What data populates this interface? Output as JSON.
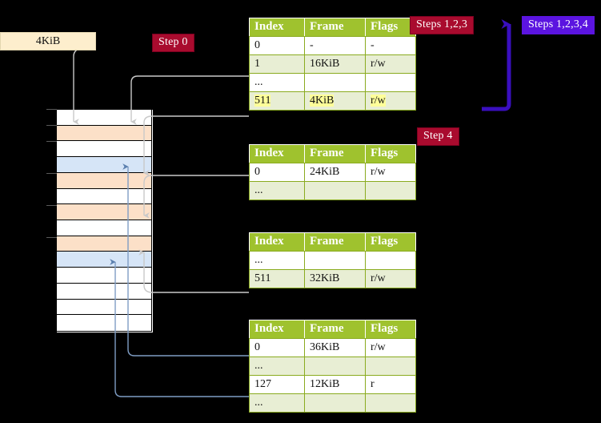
{
  "diagram": {
    "title_hidden": "",
    "memory_label": {
      "text": "4KiB"
    },
    "step_badges": [
      {
        "name": "step-0",
        "text": "Step 0",
        "color": "#a90b2e"
      },
      {
        "name": "steps-123",
        "text": "Steps 1,2,3",
        "color": "#a90b2e"
      },
      {
        "name": "steps-1234",
        "text": "Steps 1,2,3,4",
        "color": "#5b14e0"
      },
      {
        "name": "step-4",
        "text": "Step 4",
        "color": "#a90b2e"
      }
    ],
    "columns": {
      "index": "Index",
      "frame": "Frame",
      "flags": "Flags"
    },
    "tables": [
      {
        "name": "pml4-table",
        "rows": [
          {
            "index": "0",
            "frame": "-",
            "flags": "-",
            "alt": false,
            "hl": false
          },
          {
            "index": "1",
            "frame": "16KiB",
            "flags": "r/w",
            "alt": true,
            "hl": false
          },
          {
            "index": "...",
            "frame": "",
            "flags": "",
            "alt": false,
            "hl": false
          },
          {
            "index": "511",
            "frame": "4KiB",
            "flags": "r/w",
            "alt": true,
            "hl": true
          }
        ]
      },
      {
        "name": "pdp-table",
        "rows": [
          {
            "index": "0",
            "frame": "24KiB",
            "flags": "r/w",
            "alt": false,
            "hl": false
          },
          {
            "index": "...",
            "frame": "",
            "flags": "",
            "alt": true,
            "hl": false
          }
        ]
      },
      {
        "name": "pd-table",
        "rows": [
          {
            "index": "...",
            "frame": "",
            "flags": "",
            "alt": false,
            "hl": false
          },
          {
            "index": "511",
            "frame": "32KiB",
            "flags": "r/w",
            "alt": true,
            "hl": false
          }
        ]
      },
      {
        "name": "pt-table",
        "rows": [
          {
            "index": "0",
            "frame": "36KiB",
            "flags": "r/w",
            "alt": false,
            "hl": false
          },
          {
            "index": "...",
            "frame": "",
            "flags": "",
            "alt": true,
            "hl": false
          },
          {
            "index": "127",
            "frame": "12KiB",
            "flags": "r",
            "alt": false,
            "hl": false
          },
          {
            "index": "...",
            "frame": "",
            "flags": "",
            "alt": true,
            "hl": false
          }
        ]
      }
    ],
    "memory_frames": [
      {
        "fill": "white"
      },
      {
        "fill": "orange"
      },
      {
        "fill": "white"
      },
      {
        "fill": "blue"
      },
      {
        "fill": "orange"
      },
      {
        "fill": "white"
      },
      {
        "fill": "orange"
      },
      {
        "fill": "white"
      },
      {
        "fill": "orange"
      },
      {
        "fill": "blue"
      },
      {
        "fill": "white"
      },
      {
        "fill": "white"
      },
      {
        "fill": "white"
      },
      {
        "fill": "white"
      }
    ],
    "colors": {
      "header": "#9fc22e",
      "alt_row": "#e8eed4",
      "highlight": "#ffff99",
      "frame_orange": "#fce0c8",
      "frame_blue": "#d6e5f7",
      "label_box": "#fdeecd",
      "connector_gray": "#c9c9c9",
      "connector_blue": "#7f9dc4",
      "badge_red": "#a90b2e",
      "badge_blue": "#5b14e0"
    }
  }
}
